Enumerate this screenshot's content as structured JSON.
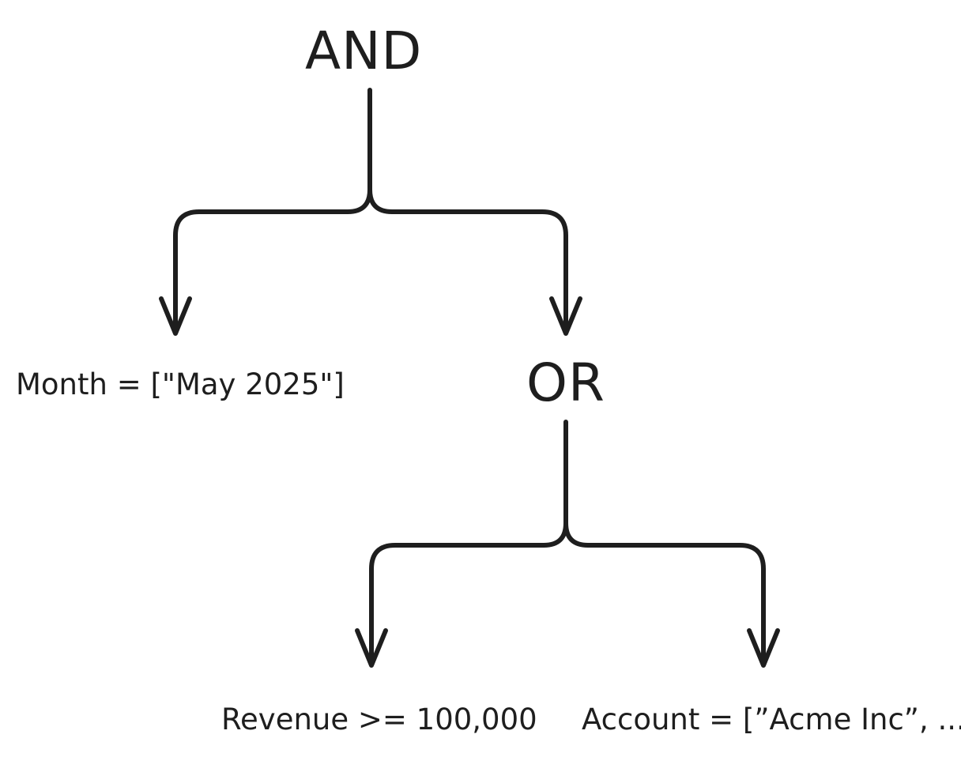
{
  "diagram": {
    "root": {
      "operator": "AND"
    },
    "children": {
      "month_condition": "Month = [\"May 2025\"]",
      "or_node": {
        "operator": "OR"
      },
      "revenue_condition": "Revenue >= 100,000",
      "account_condition": "Account = [”Acme Inc”, ...]"
    }
  }
}
